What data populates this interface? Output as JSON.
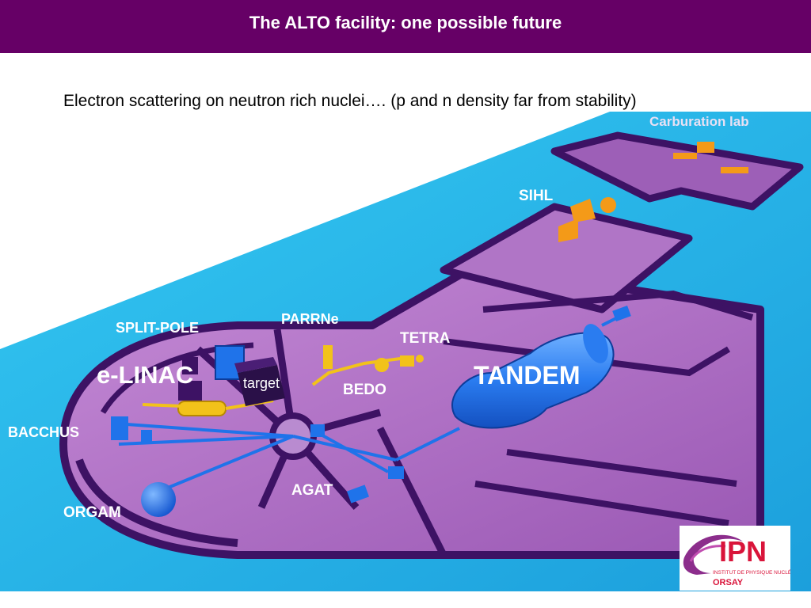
{
  "header": {
    "title": "The ALTO facility: one possible future"
  },
  "subtitle": "Electron scattering on neutron rich nuclei…. (p and n density far from stability)",
  "diagram": {
    "labels": {
      "carburation_lab": "Carburation lab",
      "sihl": "SIHL",
      "parrne": "PARRNe",
      "split_pole": "SPLIT-POLE",
      "tetra": "TETRA",
      "e_linac": "e-LINAC",
      "target": "target",
      "bedo": "BEDO",
      "tandem": "TANDEM",
      "bacchus": "BACCHUS",
      "agat": "AGAT",
      "orgam": "ORGAM"
    },
    "colors": {
      "background_cyan": "#27b6e8",
      "walls": "#3d1264",
      "floor": "#b374c8",
      "beamline_blue": "#1f73ea",
      "yellow": "#f2c21a",
      "orange": "#f49a18"
    }
  },
  "logo": {
    "letters": "IPN",
    "line1": "INSTITUT DE PHYSIQUE NUCLÉAIRE",
    "line2": "ORSAY",
    "brand_color": "#d9143a"
  }
}
